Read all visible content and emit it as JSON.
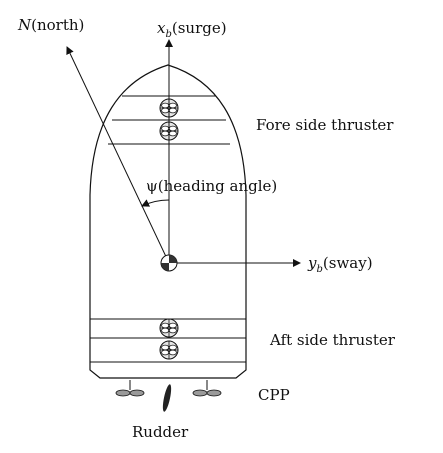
{
  "labels": {
    "north_symbol": "N",
    "north_text": "(north)",
    "surge_symbol": "x",
    "surge_sub": "b",
    "surge_text": "(surge)",
    "sway_symbol": "y",
    "sway_sub": "b",
    "sway_text": "(sway)",
    "heading_symbol": "ψ",
    "heading_text": "(heading angle)",
    "fore_thruster": "Fore side thruster",
    "aft_thruster": "Aft side thruster",
    "cpp": "CPP",
    "rudder": "Rudder"
  },
  "colors": {
    "line": "#111111",
    "thruster_fill": "#e6e6e6",
    "propeller_fill": "#9a9a9a",
    "rudder_fill": "#222222"
  }
}
